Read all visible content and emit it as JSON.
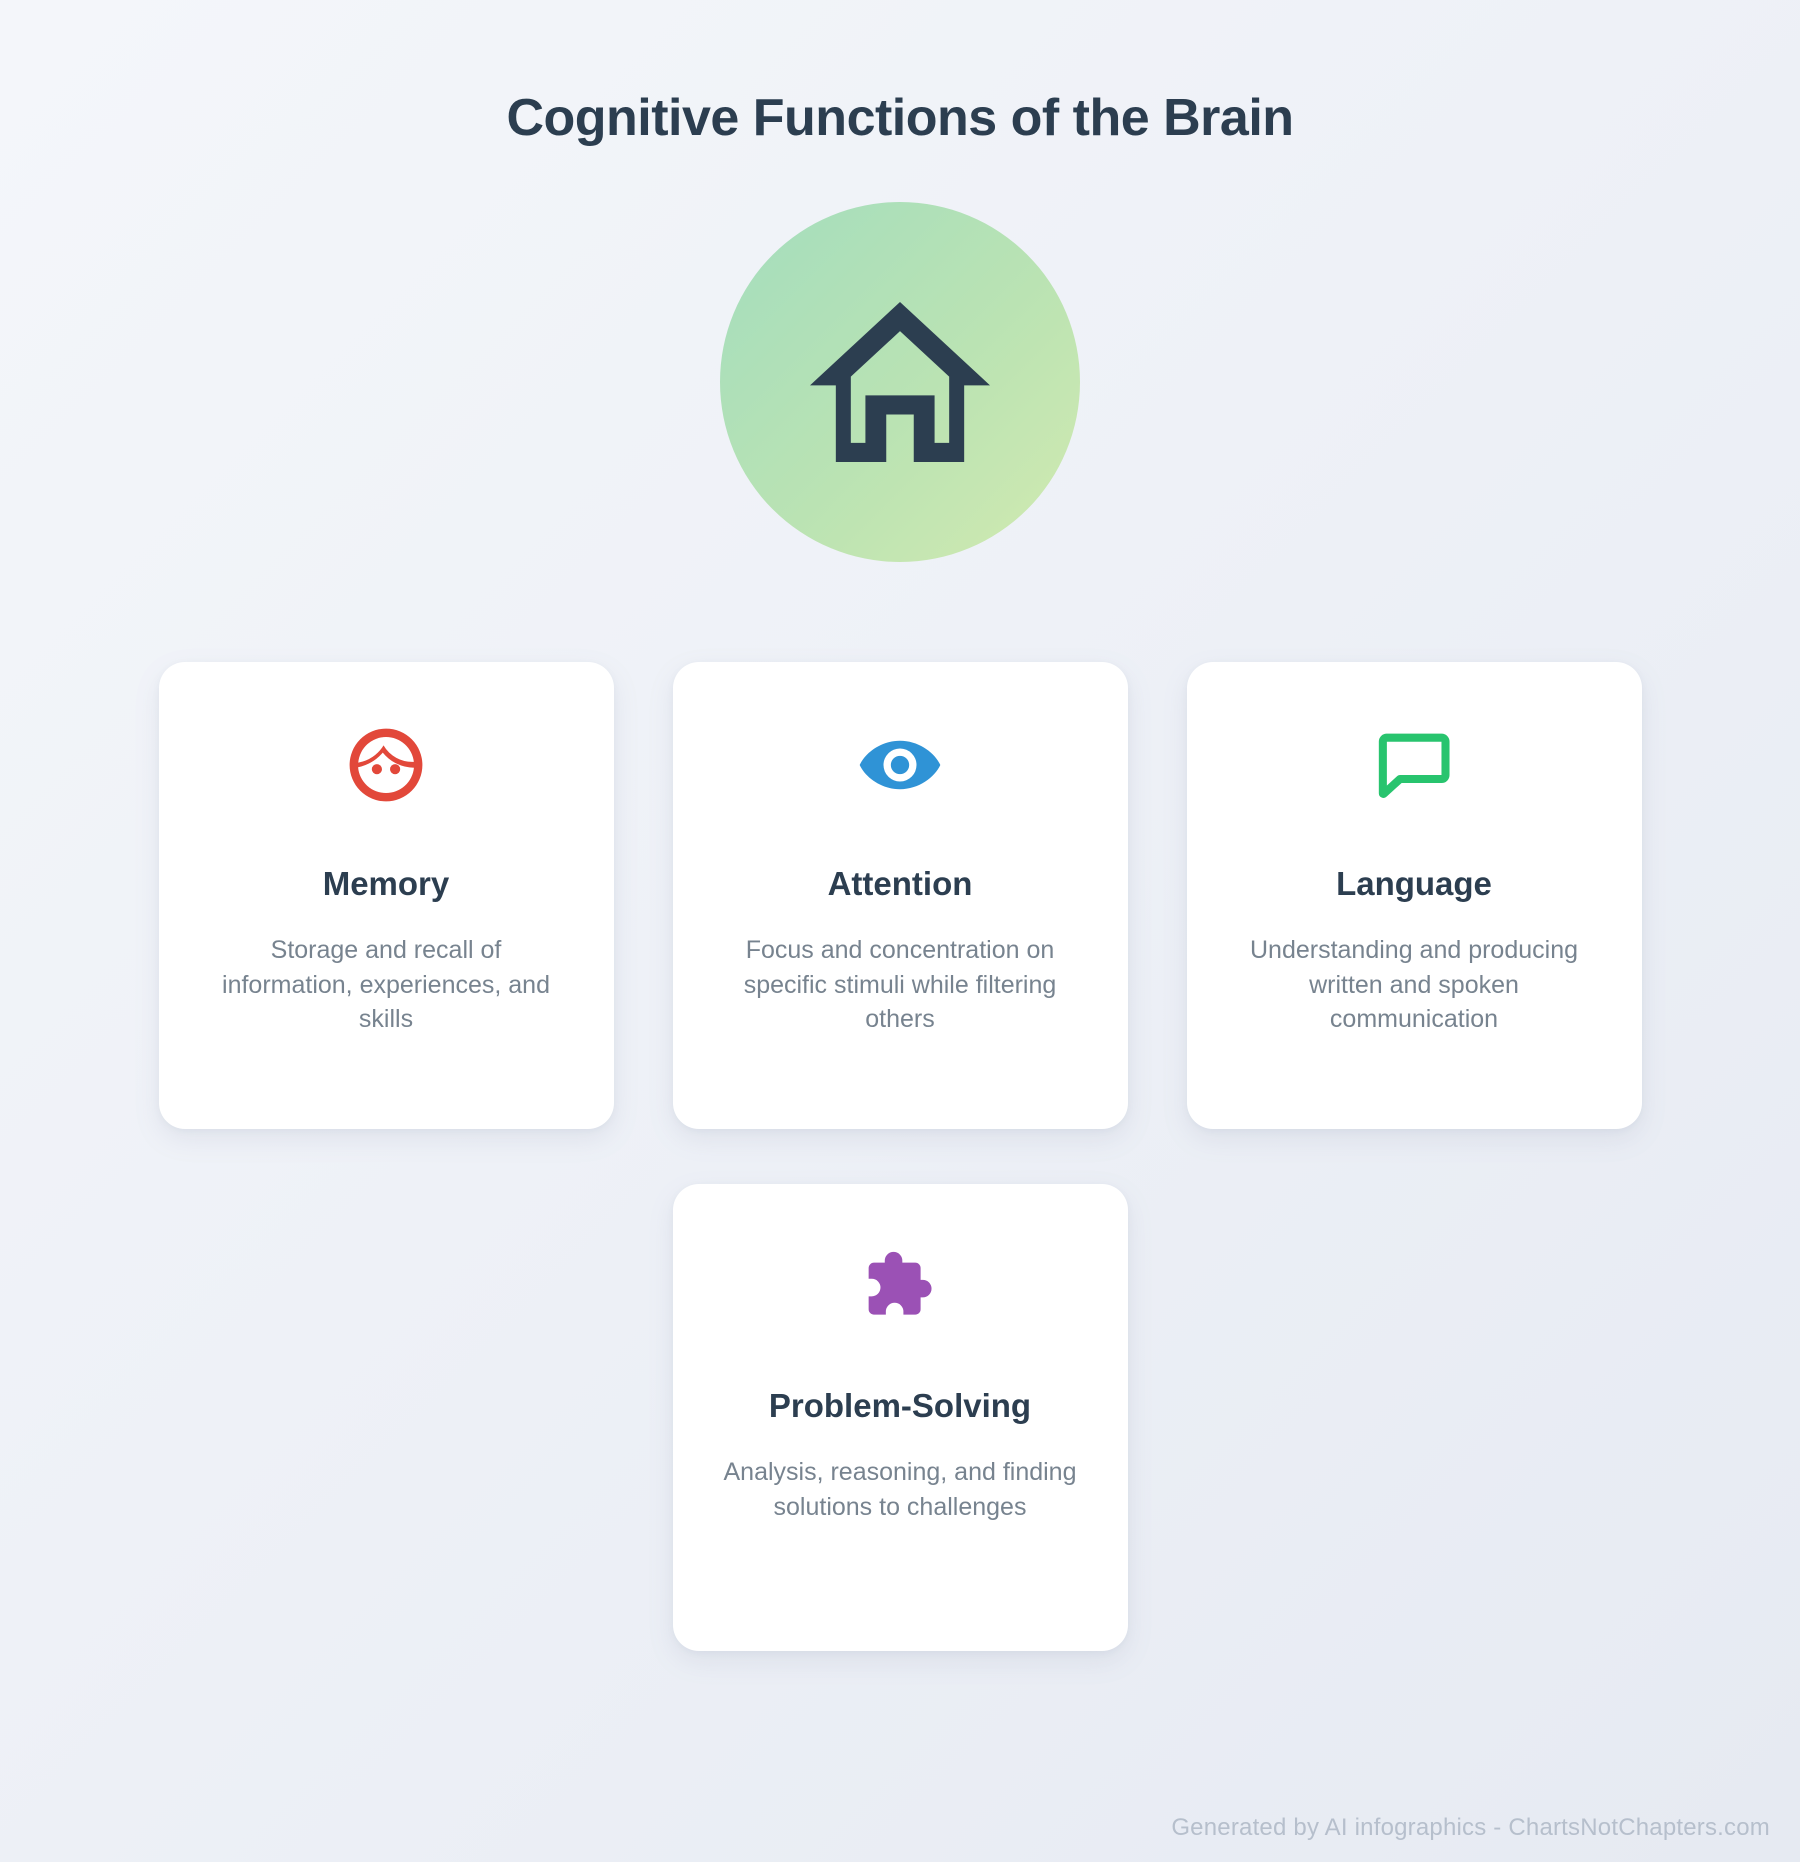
{
  "page": {
    "title": "Cognitive Functions of the Brain",
    "background_start": "#f4f6fa",
    "background_end": "#e6eaf2"
  },
  "hero": {
    "icon": "home-icon",
    "icon_color": "#2c3e50",
    "circle_gradient_start": "#a3ddbe",
    "circle_gradient_end": "#d2eab0"
  },
  "cards": [
    {
      "icon": "face-person-icon",
      "icon_color": "#e2483a",
      "title": "Memory",
      "description": "Storage and recall of information, experiences, and skills"
    },
    {
      "icon": "eye-icon",
      "icon_color": "#2f93d6",
      "title": "Attention",
      "description": "Focus and concentration on specific stimuli while filtering others"
    },
    {
      "icon": "chat-bubble-icon",
      "icon_color": "#28c46e",
      "title": "Language",
      "description": "Understanding and producing written and spoken communication"
    },
    {
      "icon": "puzzle-piece-icon",
      "icon_color": "#9b51b5",
      "title": "Problem-Solving",
      "description": "Analysis, reasoning, and finding solutions to challenges"
    }
  ],
  "footer": {
    "text": "Generated by AI infographics - ChartsNotChapters.com"
  }
}
